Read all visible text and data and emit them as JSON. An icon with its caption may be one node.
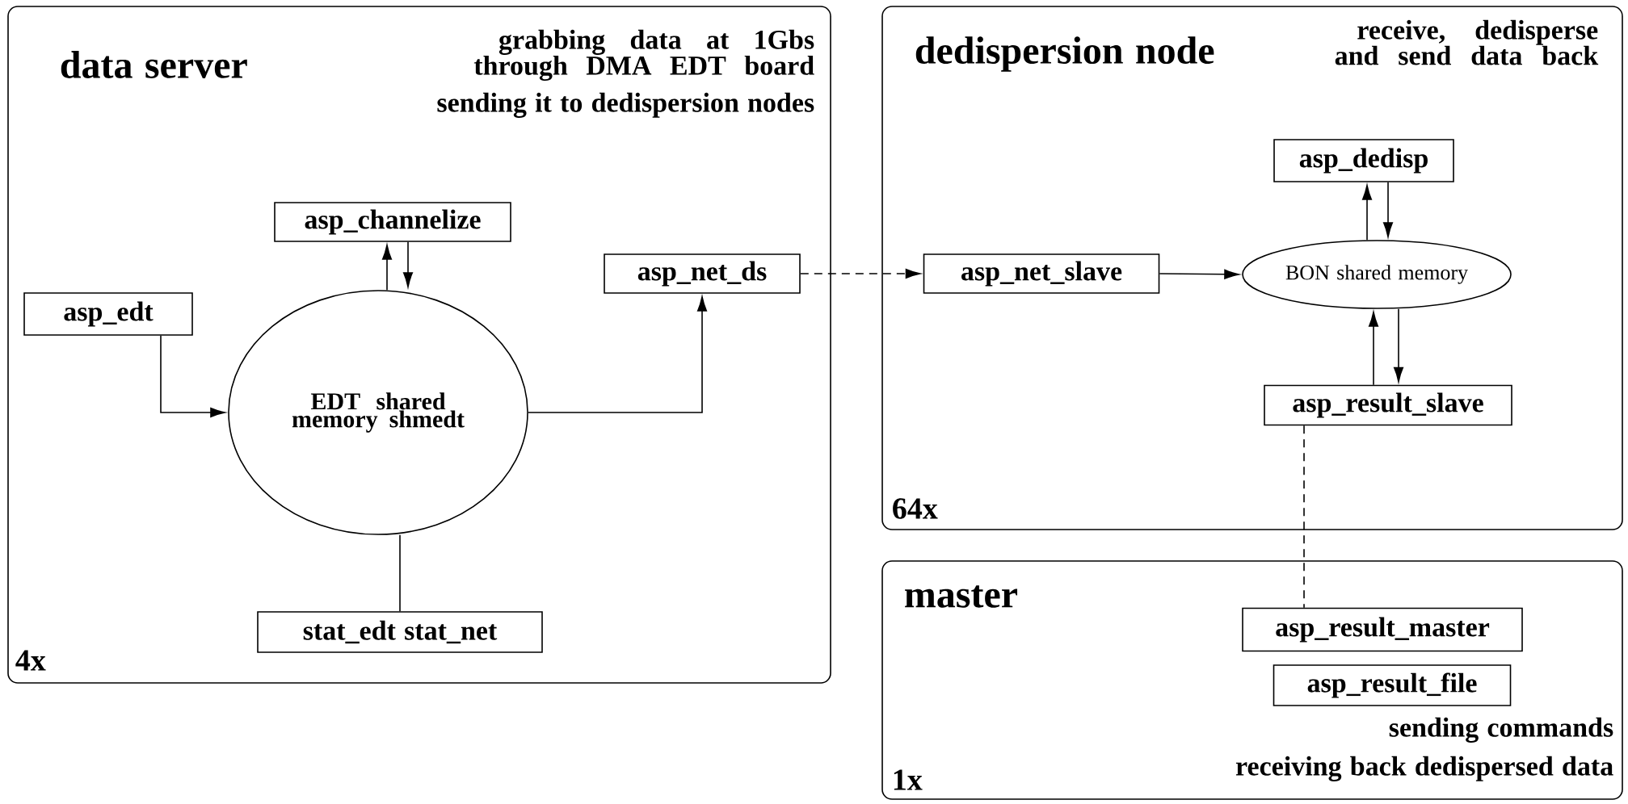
{
  "diagram": {
    "nodes": [
      {
        "text": [
          "data server",
          "grabbing data at 1Gbs through DMA EDT board",
          "sending it to dedispersion nodes",
          "4x"
        ]
      },
      {
        "text": [
          "asp_edt"
        ],
        "in": 0
      },
      {
        "text": [
          "EDT shared memory shmedt"
        ],
        "in": 0
      },
      {
        "text": [
          "asp_channelize"
        ],
        "in": 0
      },
      {
        "text": [
          "asp_net_ds"
        ],
        "in": 0
      },
      {
        "text": [
          "stat_edt stat_net"
        ],
        "in": 0
      },
      {
        "text": [
          "dedispersion node",
          "receive, dedisperse and send data back",
          "64x"
        ]
      },
      {
        "text": [
          "asp_net_slave"
        ],
        "in": 6
      },
      {
        "text": [
          "BON shared memory"
        ],
        "in": 6
      },
      {
        "text": [
          "asp_dedisp"
        ],
        "in": 6
      },
      {
        "text": [
          "asp_result_slave"
        ],
        "in": 6
      },
      {
        "text": [
          "master",
          "sending commands",
          "receiving back dedispersed data",
          "1x"
        ]
      },
      {
        "text": [
          "asp_result_master"
        ],
        "in": 11
      },
      {
        "text": [
          "asp_result_file"
        ],
        "in": 11
      }
    ],
    "edges": [
      {
        "from": 1,
        "to": 2,
        "arrow": "to"
      },
      {
        "from": 2,
        "to": 3,
        "arrow": "to"
      },
      {
        "from": 3,
        "to": 2,
        "arrow": "to"
      },
      {
        "from": 2,
        "to": 4,
        "arrow": "to"
      },
      {
        "from": 2,
        "to": 5,
        "arrow": "none"
      },
      {
        "from": 4,
        "to": 7,
        "arrow": "to",
        "style": "dashed"
      },
      {
        "from": 7,
        "to": 8,
        "arrow": "to"
      },
      {
        "from": 8,
        "to": 9,
        "arrow": "to"
      },
      {
        "from": 9,
        "to": 8,
        "arrow": "to"
      },
      {
        "from": 10,
        "to": 8,
        "arrow": "to"
      },
      {
        "from": 8,
        "to": 10,
        "arrow": "to"
      },
      {
        "from": 10,
        "to": 12,
        "arrow": "none",
        "style": "dashed"
      }
    ]
  }
}
